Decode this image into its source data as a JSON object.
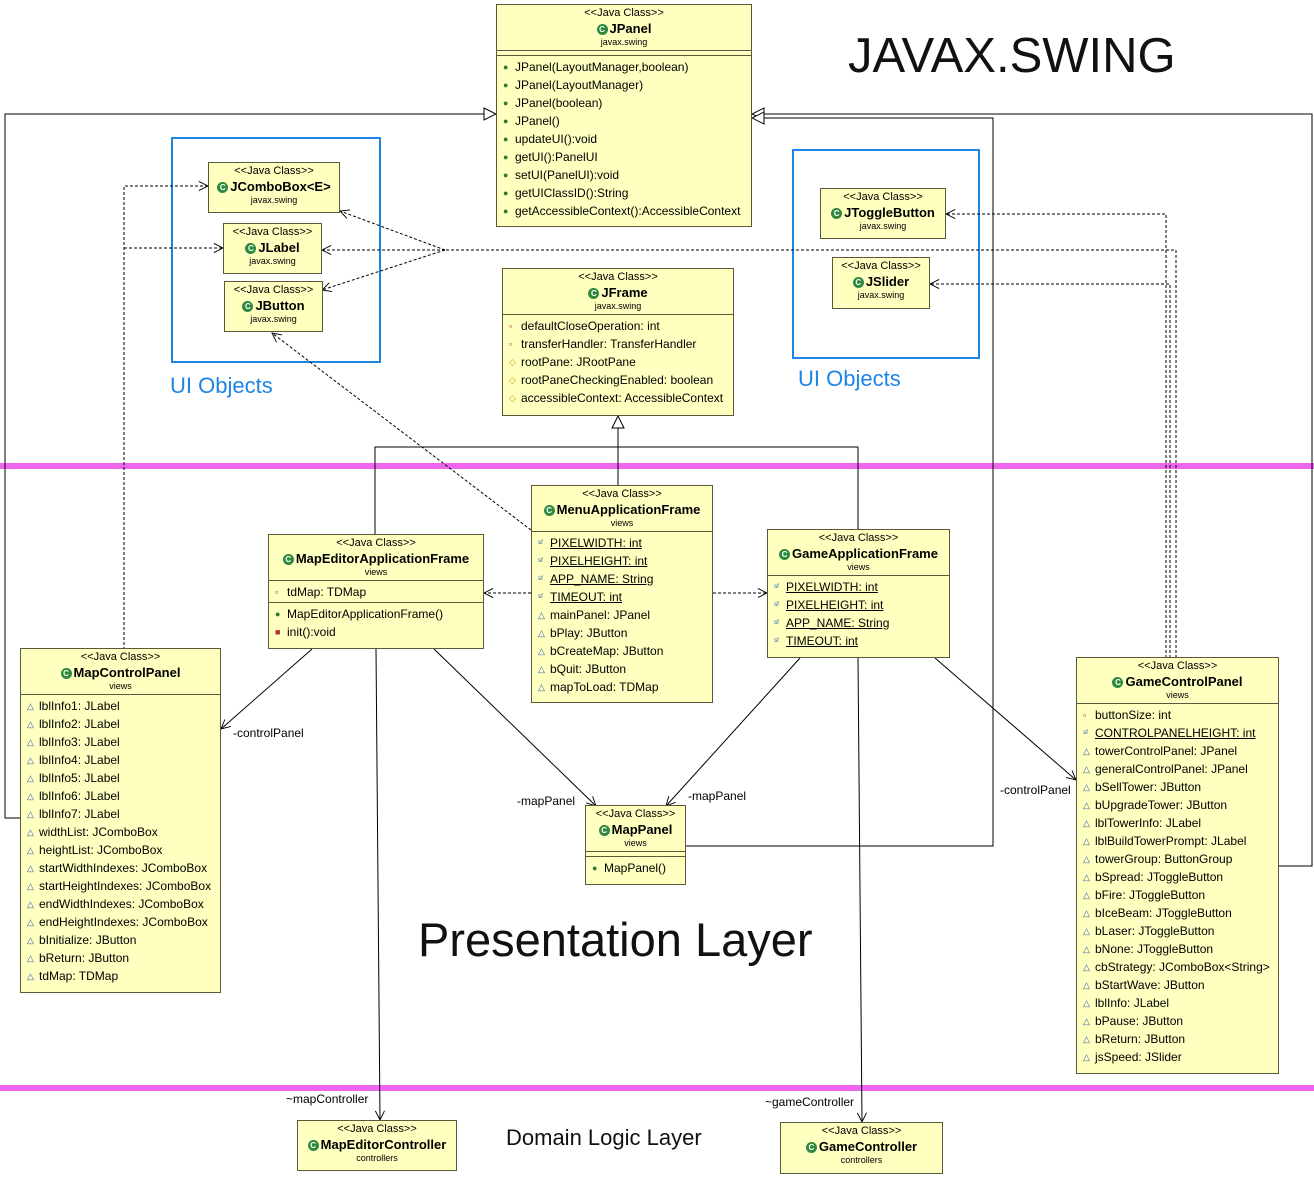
{
  "title": "JAVAX.SWING",
  "layer_presentation": "Presentation Layer",
  "layer_domain": "Domain Logic Layer",
  "ui_objects_label": "UI Objects",
  "stereotype": "<<Java Class>>",
  "colors": {
    "class_fill": "#ffffc0",
    "layer_line": "#ee66ee",
    "group_box": "#1c86e6",
    "class_badge": "#2f8a3d"
  },
  "classes": {
    "jpanel": {
      "name": "JPanel",
      "package": "javax.swing",
      "members": [
        "JPanel(LayoutManager,boolean)",
        "JPanel(LayoutManager)",
        "JPanel(boolean)",
        "JPanel()",
        "updateUI():void",
        "getUI():PanelUI",
        "setUI(PanelUI):void",
        "getUIClassID():String",
        "getAccessibleContext():AccessibleContext"
      ]
    },
    "jframe": {
      "name": "JFrame",
      "package": "javax.swing",
      "fields": [
        "defaultCloseOperation: int",
        "transferHandler: TransferHandler",
        "rootPane: JRootPane",
        "rootPaneCheckingEnabled: boolean",
        "accessibleContext: AccessibleContext"
      ]
    },
    "jcombobox": {
      "name": "JComboBox<E>",
      "package": "javax.swing"
    },
    "jlabel": {
      "name": "JLabel",
      "package": "javax.swing"
    },
    "jbutton": {
      "name": "JButton",
      "package": "javax.swing"
    },
    "jtogglebutton": {
      "name": "JToggleButton",
      "package": "javax.swing"
    },
    "jslider": {
      "name": "JSlider",
      "package": "javax.swing"
    },
    "menuframe": {
      "name": "MenuApplicationFrame",
      "package": "views",
      "fields": [
        "PIXELWIDTH: int",
        "PIXELHEIGHT: int",
        "APP_NAME: String",
        "TIMEOUT: int",
        "mainPanel: JPanel",
        "bPlay: JButton",
        "bCreateMap: JButton",
        "bQuit: JButton",
        "mapToLoad: TDMap"
      ]
    },
    "mapeditorframe": {
      "name": "MapEditorApplicationFrame",
      "package": "views",
      "fields": [
        "tdMap: TDMap"
      ],
      "methods": [
        "MapEditorApplicationFrame()",
        "init():void"
      ]
    },
    "gameframe": {
      "name": "GameApplicationFrame",
      "package": "views",
      "fields": [
        "PIXELWIDTH: int",
        "PIXELHEIGHT: int",
        "APP_NAME: String",
        "TIMEOUT: int"
      ]
    },
    "mapcontrol": {
      "name": "MapControlPanel",
      "package": "views",
      "fields": [
        "lblInfo1: JLabel",
        "lblInfo2: JLabel",
        "lblInfo3: JLabel",
        "lblInfo4: JLabel",
        "lblInfo5: JLabel",
        "lblInfo6: JLabel",
        "lblInfo7: JLabel",
        "widthList: JComboBox",
        "heightList: JComboBox",
        "startWidthIndexes: JComboBox",
        "startHeightIndexes: JComboBox",
        "endWidthIndexes: JComboBox",
        "endHeightIndexes: JComboBox",
        "bInitialize: JButton",
        "bReturn: JButton",
        "tdMap: TDMap"
      ]
    },
    "mappanel": {
      "name": "MapPanel",
      "package": "views",
      "methods": [
        "MapPanel()"
      ]
    },
    "gamecontrol": {
      "name": "GameControlPanel",
      "package": "views",
      "fields": [
        "buttonSize: int",
        "CONTROLPANELHEIGHT: int",
        "towerControlPanel: JPanel",
        "generalControlPanel: JPanel",
        "bSellTower: JButton",
        "bUpgradeTower: JButton",
        "lblTowerInfo: JLabel",
        "lblBuildTowerPrompt: JLabel",
        "towerGroup: ButtonGroup",
        "bSpread: JToggleButton",
        "bFire: JToggleButton",
        "bIceBeam: JToggleButton",
        "bLaser: JToggleButton",
        "bNone: JToggleButton",
        "cbStrategy: JComboBox<String>",
        "bStartWave: JButton",
        "lblInfo: JLabel",
        "bPause: JButton",
        "bReturn: JButton",
        "jsSpeed: JSlider"
      ]
    },
    "mapeditorcontroller": {
      "name": "MapEditorController",
      "package": "controllers"
    },
    "gamecontroller": {
      "name": "GameController",
      "package": "controllers"
    }
  },
  "association_labels": {
    "control_panel_left": "-controlPanel",
    "control_panel_right": "-controlPanel",
    "map_panel_left": "-mapPanel",
    "map_panel_right": "-mapPanel",
    "map_controller": "~mapController",
    "game_controller": "~gameController"
  }
}
